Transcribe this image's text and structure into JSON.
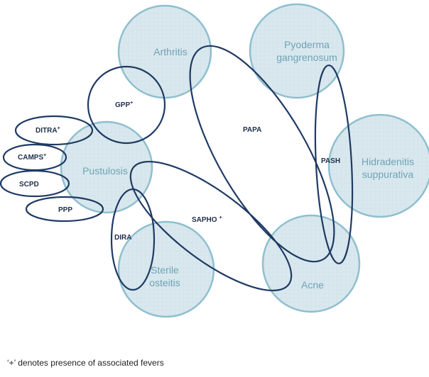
{
  "circles": {
    "arthritis": "Arthritis",
    "pyoderma_1": "Pyoderma",
    "pyoderma_2": "gangrenosum",
    "hidradenitis_1": "Hidradenitis",
    "hidradenitis_2": "suppurativa",
    "pustulosis": "Pustulosis",
    "sterile_1": "Sterile",
    "sterile_2": "osteitis",
    "acne": "Acne"
  },
  "syndromes": {
    "gpp": "GPP",
    "gpp_sup": "+",
    "papa": "PAPA",
    "pash": "PASH",
    "ditra": "DITRA",
    "ditra_sup": "+",
    "camps": "CAMPS",
    "camps_sup": "+",
    "scpd": "SCPD",
    "ppp": "PPP",
    "dira": "DIRA",
    "sapho": "SAPHO",
    "sapho_sup": "+"
  },
  "footnote": "‘+’ denotes presence of associated fevers",
  "colors": {
    "circle_fill": "#d9e8ee",
    "circle_stroke": "#8fbfcf",
    "ring_stroke": "#1f3a63",
    "circle_text": "#6fa3b6"
  }
}
